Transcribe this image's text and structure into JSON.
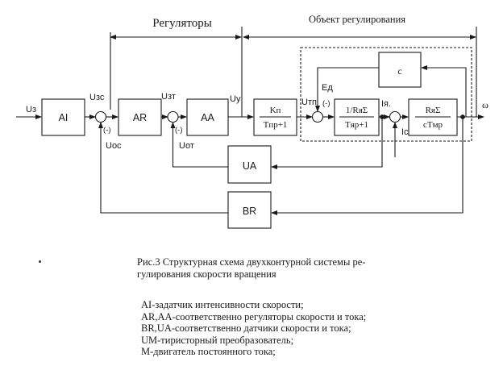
{
  "header": {
    "regulators_label": "Регуляторы",
    "object_label": "Объект регулирования"
  },
  "blocks": {
    "ai": "AI",
    "ar": "AR",
    "aa": "AA",
    "converter": {
      "numerator": "Kп",
      "denominator": "Tпp+1"
    },
    "armature": {
      "numerator": "1/RяΣ",
      "denominator": "Tяp+1"
    },
    "motor": {
      "numerator": "RяΣ",
      "denominator": "cTмp"
    },
    "c": "c",
    "ua": "UA",
    "br": "BR"
  },
  "signals": {
    "u_z": "Uз",
    "u_zs": "Uзс",
    "u_os": "Uос",
    "u_zt": "Uзт",
    "u_ot": "Uот",
    "u_y": "Uy",
    "u_tp": "Uтп",
    "e_d": "Eд",
    "i_ya": "Iя.",
    "i_c": "Ic",
    "omega": "ω",
    "minus1": "(-)",
    "minus2": "(-)",
    "minus3": "(-)"
  },
  "caption": {
    "line1": "Рис.3 Структурная схема двухконтурной системы ре-",
    "line2": "гулирования скорости вращения"
  },
  "legend": [
    "AI-задатчик интенсивности скорости;",
    "AR,AA-соответственно регуляторы скорости и тока;",
    "BR,UA-соответственно датчики скорости и тока;",
    "UM-тиристорный преобразователь;",
    "M-двигатель постоянного тока;"
  ]
}
